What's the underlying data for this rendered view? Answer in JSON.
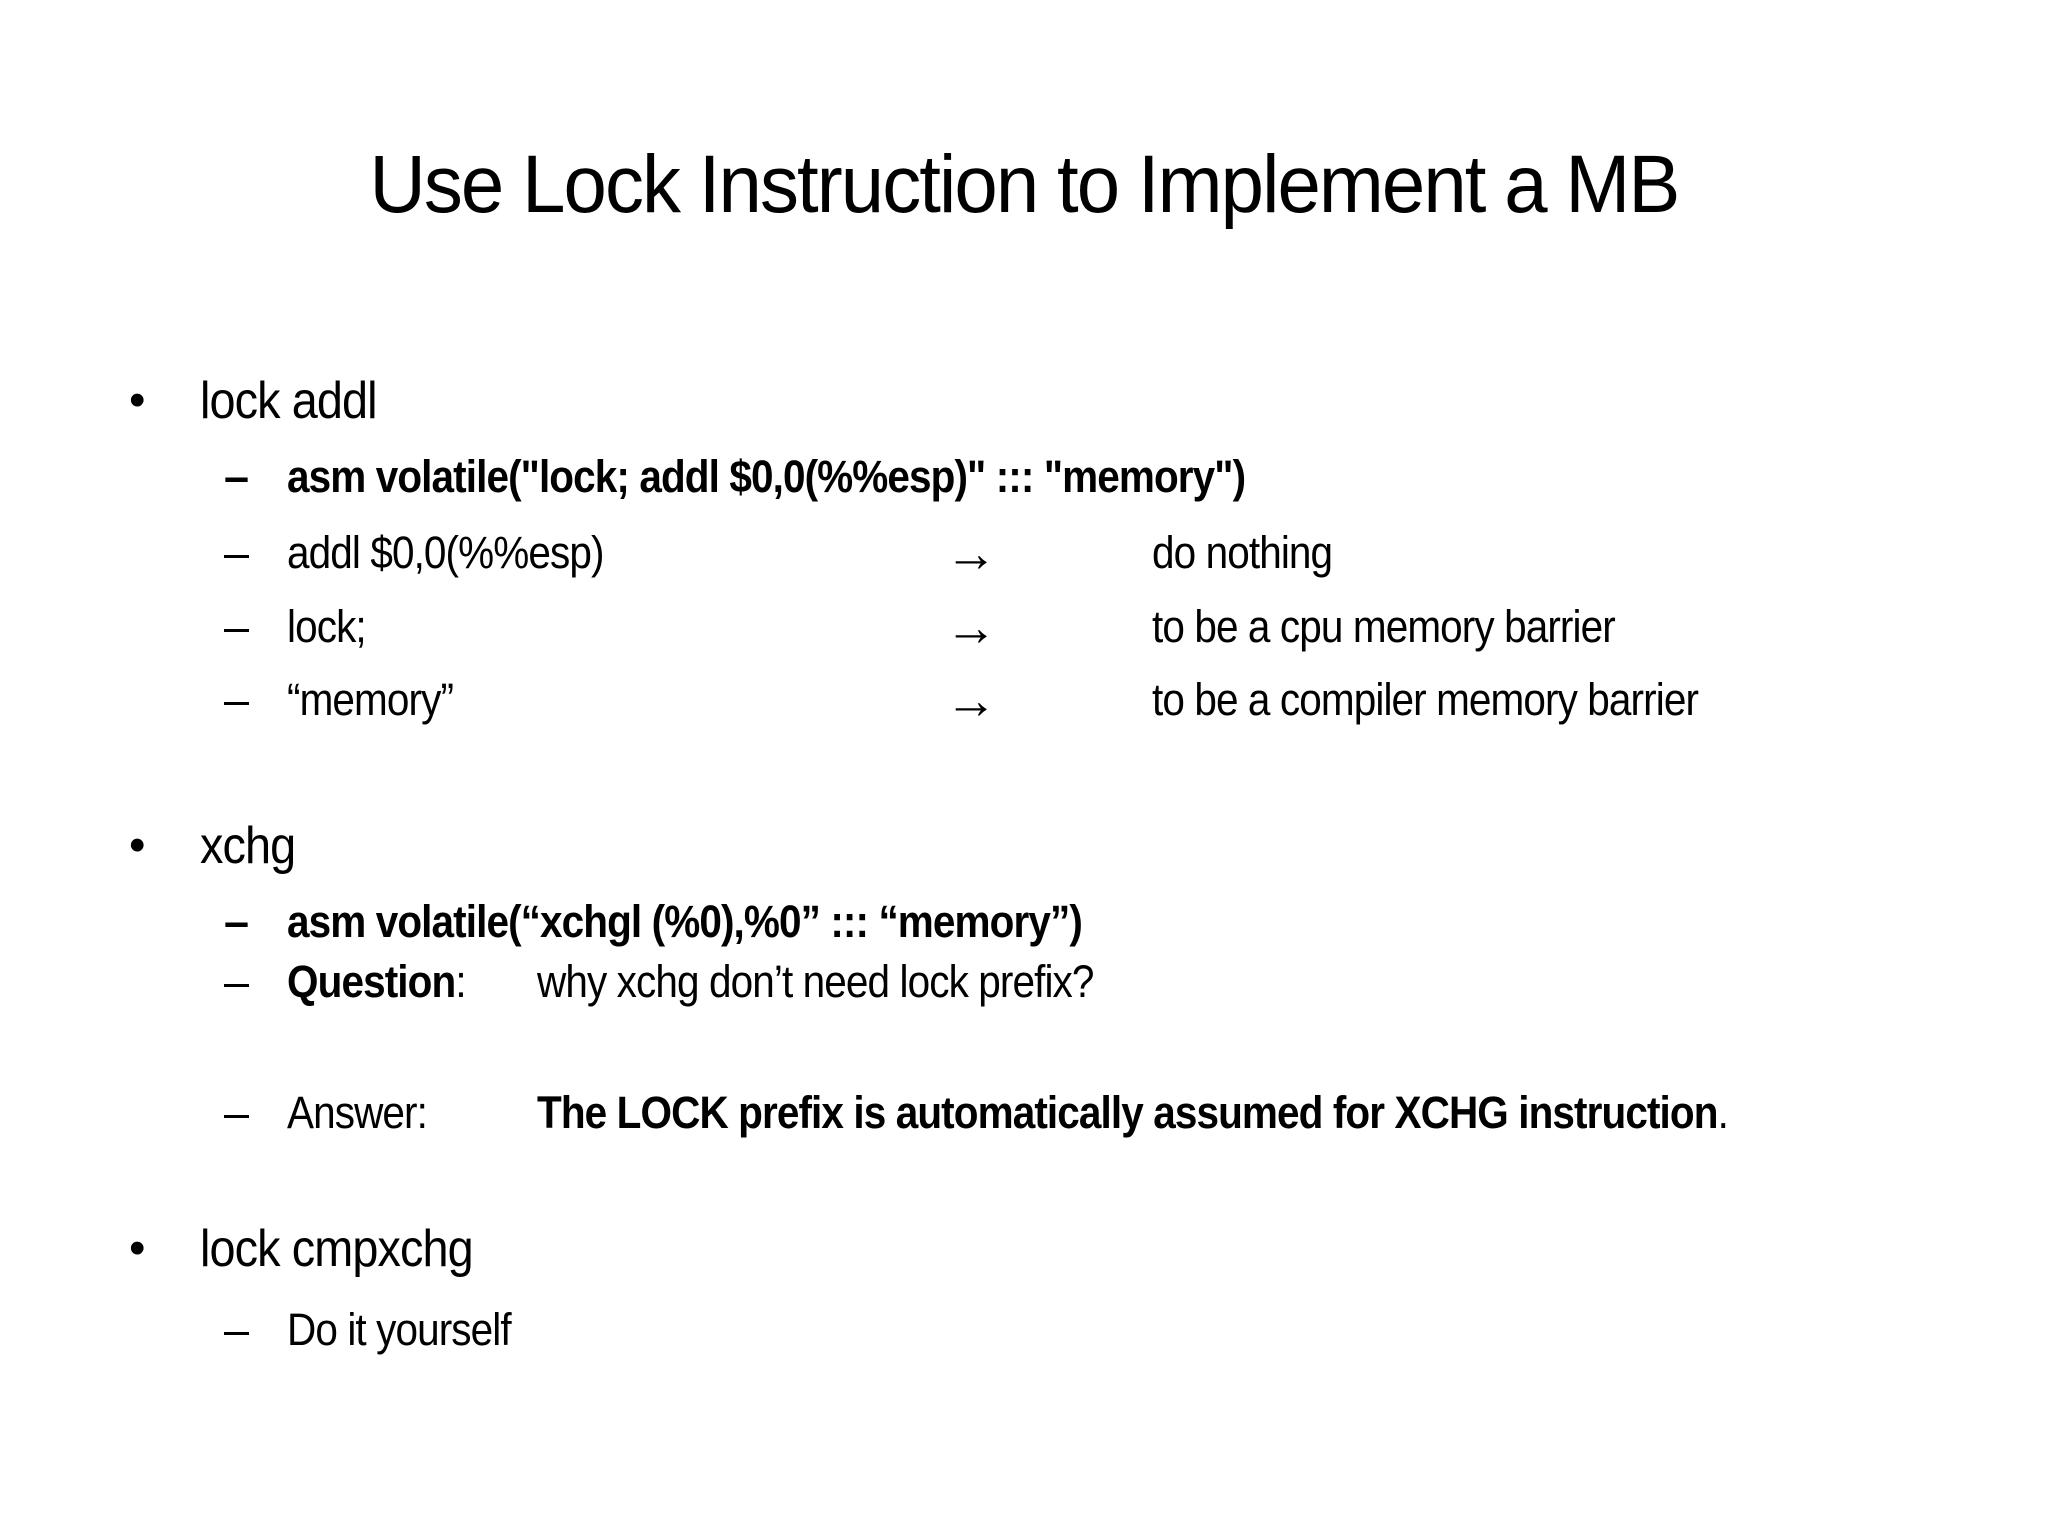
{
  "title": "Use Lock Instruction to Implement a MB",
  "colors": {
    "background": "#ffffff",
    "text": "#000000"
  },
  "glyphs": {
    "bullet": "•",
    "dash": "–",
    "arrow": "→"
  },
  "sections": [
    {
      "heading": "lock addl",
      "asm": "asm volatile(\"lock; addl $0,0(%%esp)\" ::: \"memory\")",
      "mappings": [
        {
          "left": "addl $0,0(%%esp)",
          "right": "do nothing"
        },
        {
          "left": "lock;",
          "right": "to be a cpu memory barrier"
        },
        {
          "left": "“memory”",
          "right": "to be a compiler memory barrier"
        }
      ]
    },
    {
      "heading": "xchg",
      "asm": "asm volatile(“xchgl (%0),%0” ::: “memory”)",
      "question": {
        "label": "Question",
        "colon": ":",
        "text": "why xchg don’t need lock prefix?"
      },
      "answer": {
        "label": "Answer:",
        "bold": "The LOCK prefix is automatically assumed for XCHG instruction",
        "suffix": "."
      }
    },
    {
      "heading": "lock cmpxchg",
      "item": "Do it yourself"
    }
  ]
}
